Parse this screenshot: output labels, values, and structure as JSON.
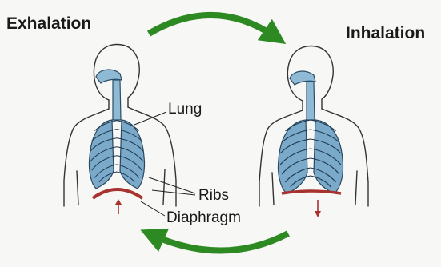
{
  "titles": {
    "exhalation": "Exhalation",
    "inhalation": "Inhalation"
  },
  "labels": {
    "lung": "Lung",
    "ribs": "Ribs",
    "diaphragm": "Diaphragm"
  },
  "colors": {
    "cycle_arrow": "#2d8a23",
    "lung_fill": "#7aa9c9",
    "airway_fill": "#8fbad6",
    "diaphragm": "#a8322e",
    "background": "#f7f7f5"
  },
  "diaphragm_state": {
    "exhalation": "domed-up",
    "inhalation": "flattened-down"
  }
}
